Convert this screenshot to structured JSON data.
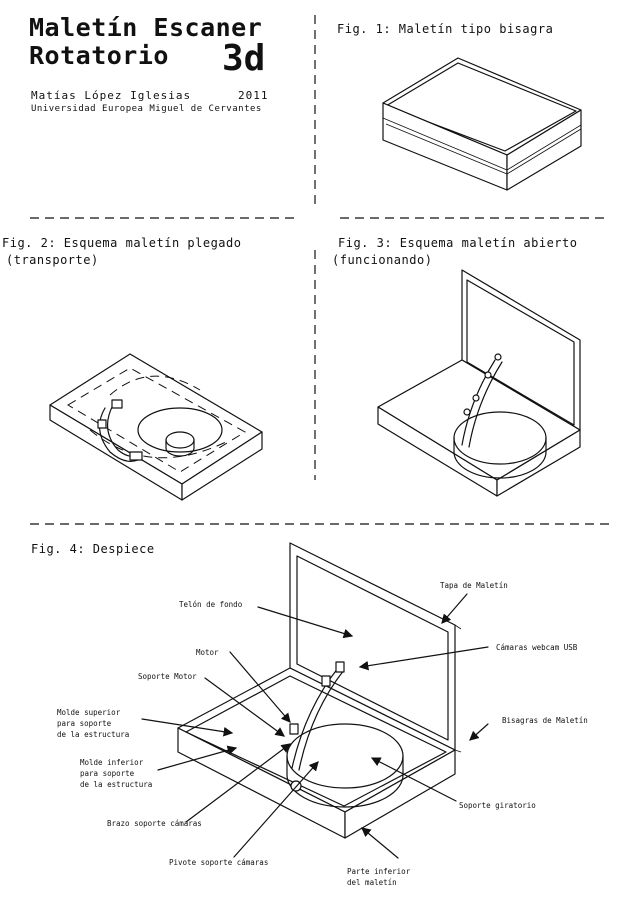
{
  "header": {
    "title_line1": "Maletín Escaner",
    "title_line2": "Rotatorio",
    "title_3d": "3d",
    "author": "Matías López Iglesias",
    "year": "2011",
    "university": "Universidad Europea Miguel de Cervantes"
  },
  "figures": {
    "fig1": "Fig. 1: Maletín tipo bisagra",
    "fig2_line1": " Fig. 2: Esquema maletín plegado",
    "fig2_line2": "(transporte)",
    "fig3_line1": "Fig. 3: Esquema maletín abierto",
    "fig3_line2": "(funcionando)",
    "fig4": "Fig. 4: Despiece"
  },
  "labels": {
    "tapa": "Tapa de Maletín",
    "telon": "Telón de fondo",
    "camaras": "Cámaras webcam USB",
    "motor": "Motor",
    "soporte_motor": "Soporte Motor",
    "molde_superior": "Molde superior\npara soporte\nde la estructura",
    "bisagras": "Bisagras de Maletín",
    "molde_inferior": "Molde inferior\npara soporte\nde la estructura",
    "soporte_giratorio": "Soporte giratorio",
    "brazo": "Brazo soporte cámaras",
    "pivote": "Pivote soporte cámaras",
    "parte_inferior": "Parte inferior\ndel maletín"
  }
}
